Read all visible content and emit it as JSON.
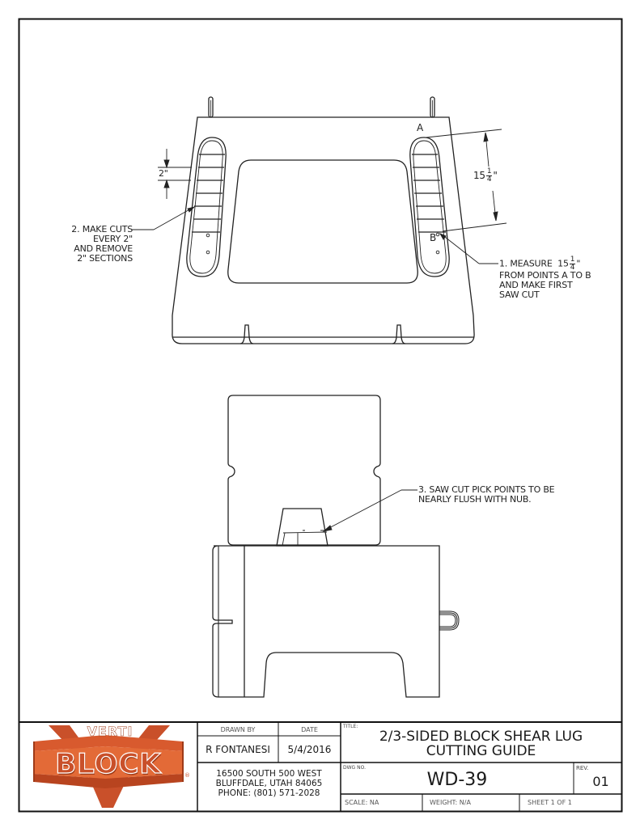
{
  "drawing": {
    "top_view": {
      "point_a_label": "A",
      "point_b_label": "B",
      "dim_spacing": "2\"",
      "dim_length_whole": "15",
      "dim_length_num": "1",
      "dim_length_den": "4",
      "dim_length_unit": "\""
    },
    "notes": {
      "note1_prefix": "1. MEASURE  15",
      "note1_num": "1",
      "note1_den": "4",
      "note1_unit": "\"",
      "note1_rest": "FROM POINTS A TO B\nAND MAKE FIRST\nSAW CUT",
      "note2": "2. MAKE CUTS\nEVERY 2\"\nAND REMOVE\n2\" SECTIONS",
      "note3": "3. SAW CUT PICK POINTS TO BE\nNEARLY FLUSH WITH NUB."
    }
  },
  "title_block": {
    "logo": {
      "top_text": "VERTI",
      "main_text": "BLOCK",
      "registered": "®",
      "brand_color": "#d4552a",
      "dark_color": "#9e3a18"
    },
    "drawn_by_label": "DRAWN BY",
    "drawn_by": "R FONTANESI",
    "date_label": "DATE",
    "date": "5/4/2016",
    "address_line1": "16500 SOUTH 500 WEST",
    "address_line2": "BLUFFDALE, UTAH 84065",
    "address_line3": "PHONE: (801) 571-2028",
    "title_label": "TITLE:",
    "title_line1": "2/3-SIDED BLOCK SHEAR LUG",
    "title_line2": "CUTTING GUIDE",
    "dwg_no_label": "DWG NO.",
    "dwg_no": "WD-39",
    "rev_label": "REV.",
    "rev": "01",
    "scale": "SCALE: NA",
    "weight": "WEIGHT: N/A",
    "sheet": "SHEET 1 OF 1"
  }
}
